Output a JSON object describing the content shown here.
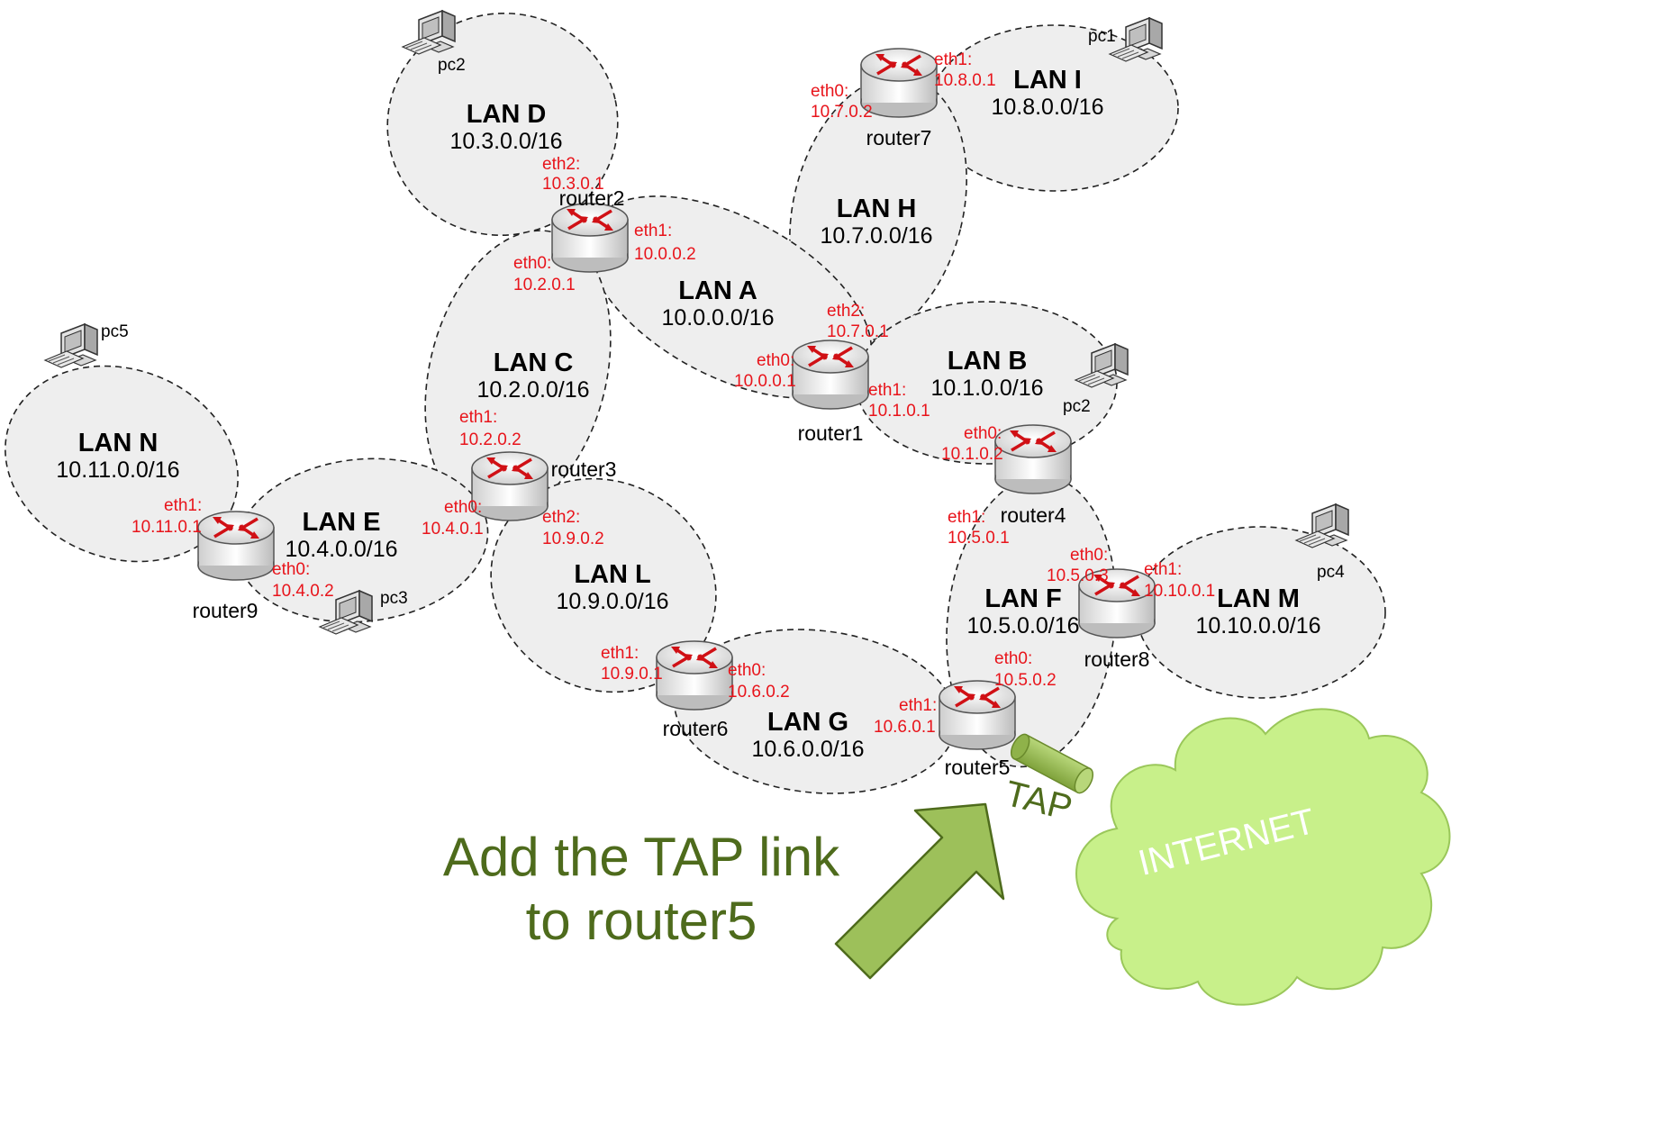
{
  "lans": [
    {
      "id": "lan-d",
      "name": "LAN D",
      "network": "10.3.0.0/16"
    },
    {
      "id": "lan-i",
      "name": "LAN I",
      "network": "10.8.0.0/16"
    },
    {
      "id": "lan-h",
      "name": "LAN H",
      "network": "10.7.0.0/16"
    },
    {
      "id": "lan-a",
      "name": "LAN A",
      "network": "10.0.0.0/16"
    },
    {
      "id": "lan-c",
      "name": "LAN C",
      "network": "10.2.0.0/16"
    },
    {
      "id": "lan-b",
      "name": "LAN B",
      "network": "10.1.0.0/16"
    },
    {
      "id": "lan-n",
      "name": "LAN N",
      "network": "10.11.0.0/16"
    },
    {
      "id": "lan-e",
      "name": "LAN E",
      "network": "10.4.0.0/16"
    },
    {
      "id": "lan-l",
      "name": "LAN L",
      "network": "10.9.0.0/16"
    },
    {
      "id": "lan-f",
      "name": "LAN F",
      "network": "10.5.0.0/16"
    },
    {
      "id": "lan-m",
      "name": "LAN M",
      "network": "10.10.0.0/16"
    },
    {
      "id": "lan-g",
      "name": "LAN G",
      "network": "10.6.0.0/16"
    }
  ],
  "routers": [
    {
      "id": "router1",
      "label": "router1"
    },
    {
      "id": "router2",
      "label": "router2"
    },
    {
      "id": "router3",
      "label": "router3"
    },
    {
      "id": "router4",
      "label": "router4"
    },
    {
      "id": "router5",
      "label": "router5"
    },
    {
      "id": "router6",
      "label": "router6"
    },
    {
      "id": "router7",
      "label": "router7"
    },
    {
      "id": "router8",
      "label": "router8"
    },
    {
      "id": "router9",
      "label": "router9"
    }
  ],
  "pcs": [
    {
      "id": "pc2-top",
      "label": "pc2"
    },
    {
      "id": "pc1",
      "label": "pc1"
    },
    {
      "id": "pc5",
      "label": "pc5"
    },
    {
      "id": "pc2-right",
      "label": "pc2"
    },
    {
      "id": "pc3",
      "label": "pc3"
    },
    {
      "id": "pc4",
      "label": "pc4"
    }
  ],
  "interfaces": [
    {
      "router": "router2",
      "name": "eth2:",
      "ip": "10.3.0.1"
    },
    {
      "router": "router2",
      "name": "eth1:",
      "ip": "10.0.0.2"
    },
    {
      "router": "router2",
      "name": "eth0:",
      "ip": "10.2.0.1"
    },
    {
      "router": "router7",
      "name": "eth1:",
      "ip": "10.8.0.1"
    },
    {
      "router": "router7",
      "name": "eth0:",
      "ip": "10.7.0.2"
    },
    {
      "router": "router1",
      "name": "eth2:",
      "ip": "10.7.0.1"
    },
    {
      "router": "router1",
      "name": "eth0:",
      "ip": "10.0.0.1"
    },
    {
      "router": "router1",
      "name": "eth1:",
      "ip": "10.1.0.1"
    },
    {
      "router": "router3",
      "name": "eth1:",
      "ip": "10.2.0.2"
    },
    {
      "router": "router3",
      "name": "eth0:",
      "ip": "10.4.0.1"
    },
    {
      "router": "router3",
      "name": "eth2:",
      "ip": "10.9.0.2"
    },
    {
      "router": "router4",
      "name": "eth0:",
      "ip": "10.1.0.2"
    },
    {
      "router": "router4",
      "name": "eth1:",
      "ip": "10.5.0.1"
    },
    {
      "router": "router9",
      "name": "eth1:",
      "ip": "10.11.0.1"
    },
    {
      "router": "router9",
      "name": "eth0:",
      "ip": "10.4.0.2"
    },
    {
      "router": "router8",
      "name": "eth0:",
      "ip": "10.5.0.3"
    },
    {
      "router": "router8",
      "name": "eth1:",
      "ip": "10.10.0.1"
    },
    {
      "router": "router6",
      "name": "eth1:",
      "ip": "10.9.0.1"
    },
    {
      "router": "router6",
      "name": "eth0:",
      "ip": "10.6.0.2"
    },
    {
      "router": "router5",
      "name": "eth1:",
      "ip": "10.6.0.1"
    },
    {
      "router": "router5",
      "name": "eth0:",
      "ip": "10.5.0.2"
    }
  ],
  "tap": {
    "label": "TAP"
  },
  "cloud": {
    "label": "INTERNET"
  },
  "callout": {
    "line1": "Add the TAP link",
    "line2": "to router5"
  },
  "colors": {
    "interface_text": "#e8141b",
    "lan_fill": "#eeeeee",
    "cloud_fill": "#c8f08a",
    "tap_fill": "#9dc05a",
    "callout_text": "#4e6b1c",
    "arrow_fill": "#9dc05a"
  },
  "icons": {
    "router": "router-icon",
    "pc": "computer-icon",
    "cloud": "cloud-icon",
    "tap": "tap-cylinder-icon",
    "arrow": "arrow-icon"
  }
}
